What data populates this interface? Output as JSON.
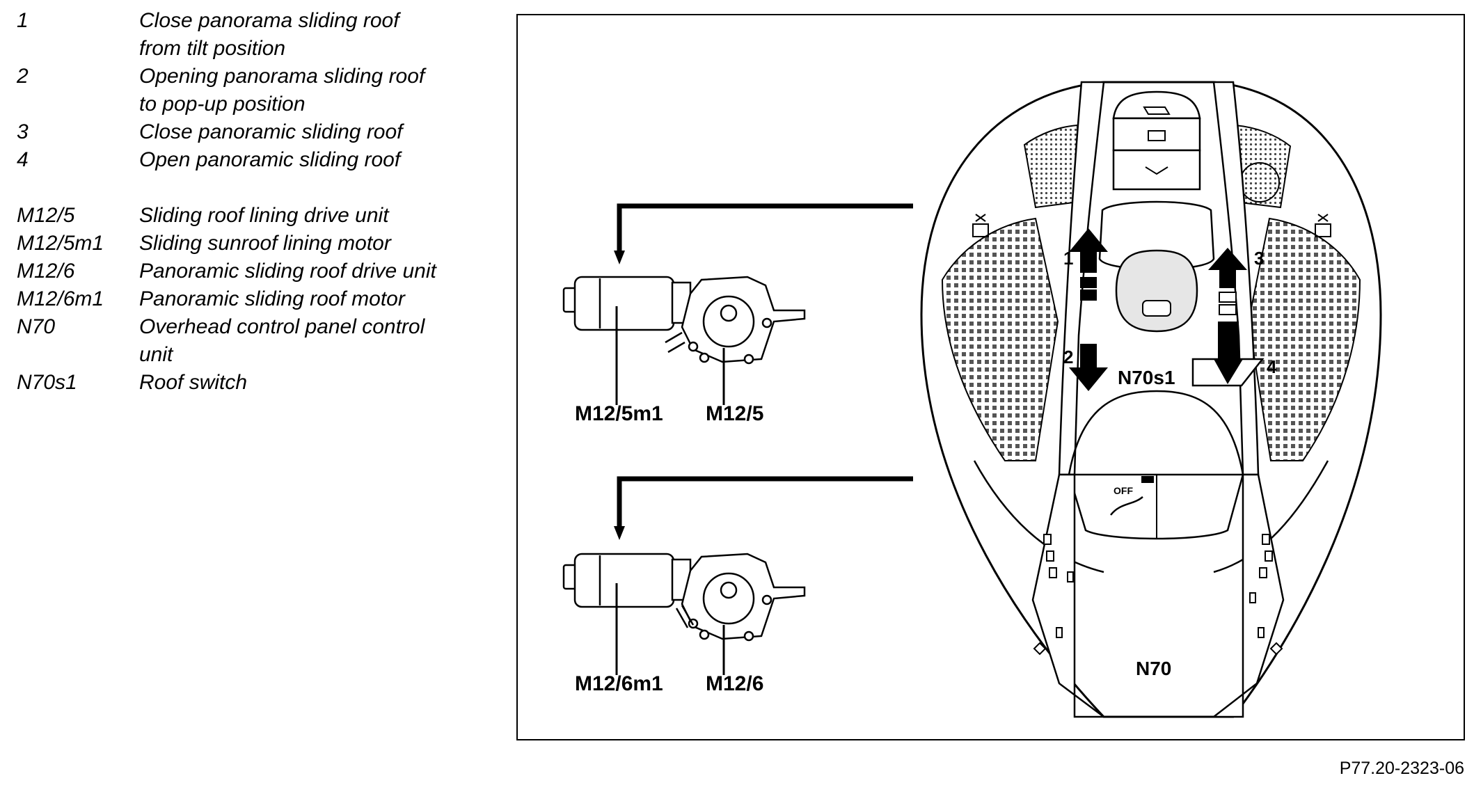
{
  "legend": {
    "numbered": [
      {
        "code": "1",
        "desc_lines": [
          "Close panorama sliding roof",
          "from tilt position"
        ]
      },
      {
        "code": "2",
        "desc_lines": [
          "Opening panorama sliding roof",
          "to pop-up position"
        ]
      },
      {
        "code": "3",
        "desc_lines": [
          "Close panoramic sliding roof"
        ]
      },
      {
        "code": "4",
        "desc_lines": [
          "Open panoramic sliding roof"
        ]
      }
    ],
    "components": [
      {
        "code": "M12/5",
        "desc_lines": [
          "Sliding roof lining drive unit"
        ]
      },
      {
        "code": "M12/5m1",
        "desc_lines": [
          "Sliding sunroof lining motor"
        ]
      },
      {
        "code": "M12/6",
        "desc_lines": [
          "Panoramic sliding roof drive unit"
        ]
      },
      {
        "code": "M12/6m1",
        "desc_lines": [
          "Panoramic sliding roof motor"
        ]
      },
      {
        "code": "N70",
        "desc_lines": [
          "Overhead control panel control",
          "unit"
        ]
      },
      {
        "code": "N70s1",
        "desc_lines": [
          "Roof switch"
        ]
      }
    ]
  },
  "diagram": {
    "labels": {
      "motor_top": "M12/5m1",
      "drive_top": "M12/5",
      "motor_bottom": "M12/6m1",
      "drive_bottom": "M12/6",
      "switch": "N70s1",
      "panel": "N70",
      "num1": "1",
      "num2": "2",
      "num3": "3",
      "num4": "4",
      "off_text": "OFF"
    }
  },
  "reference_code": "P77.20-2323-06"
}
